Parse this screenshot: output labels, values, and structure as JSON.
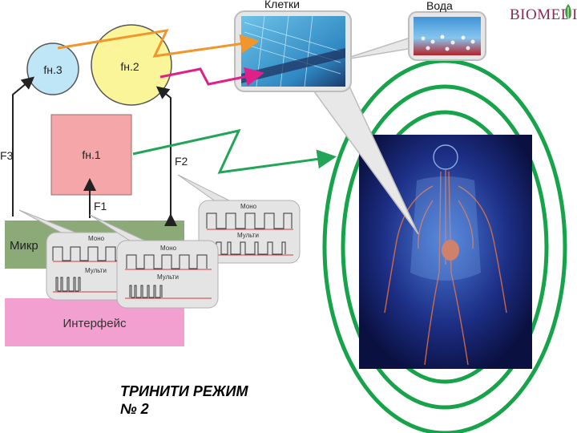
{
  "logo": {
    "text": "BIOMEDI",
    "color": "#8a2a5a"
  },
  "images": {
    "cells_label": "Клетки",
    "water_label": "Вода"
  },
  "nodes": {
    "fh3": "fн.3",
    "fh2": "fн.2",
    "fh1": "fн.1",
    "micro": "Микр",
    "interface": "Интерфейс"
  },
  "signals": {
    "f1": "F1",
    "f2": "F2",
    "f3": "F3"
  },
  "bubble": {
    "mono": "Моно",
    "multi": "Мульти"
  },
  "title": {
    "line1": "ТРИНИТИ РЕЖИМ",
    "line2": "№ 2"
  },
  "colors": {
    "fh3_fill": "#bfe6f7",
    "fh2_fill": "#fbf59a",
    "fh1_fill": "#f4a6a8",
    "micro_fill": "#8caa78",
    "interface_fill": "#f2a0cf",
    "orange_arrow": "#f0962a",
    "magenta_arrow": "#e0208a",
    "green_arrow": "#22a556",
    "ring": "#17a34a",
    "body_bg": "#0f1a5a"
  }
}
